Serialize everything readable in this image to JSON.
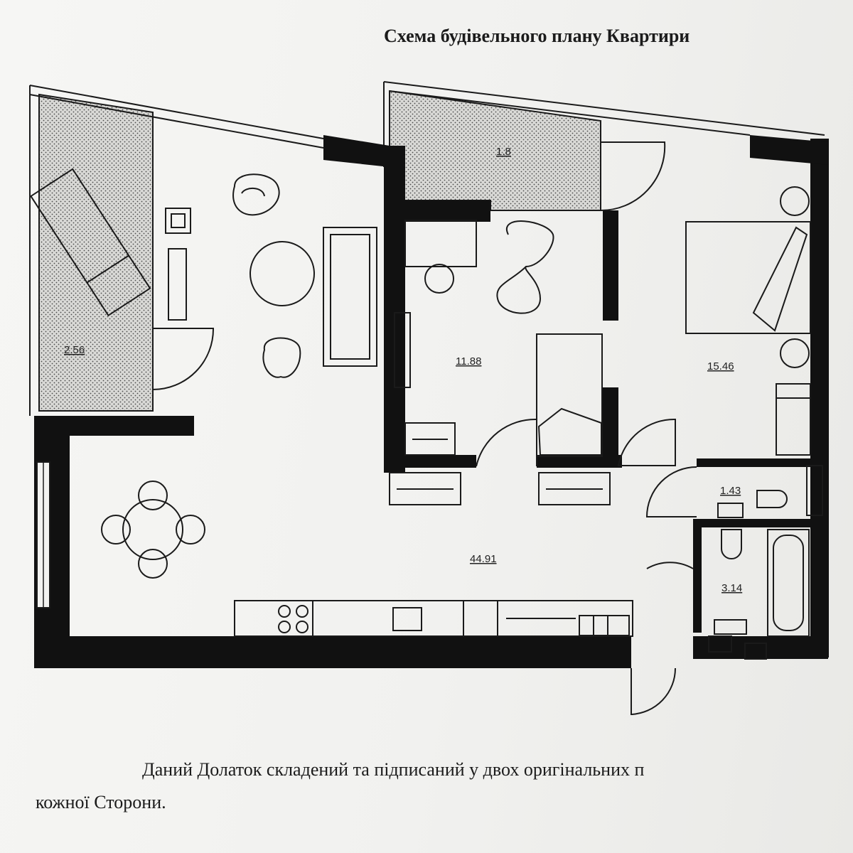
{
  "document": {
    "title": "Схема будівельного плану Квартири",
    "footer_line1": "Даний Долаток складений та підписаний у двох оригінальних п",
    "footer_line2": "кожної Сторони."
  },
  "rooms": [
    {
      "id": "balcony-left",
      "area": "2.56"
    },
    {
      "id": "balcony-top",
      "area": "1.8"
    },
    {
      "id": "bedroom-small",
      "area": "11.88"
    },
    {
      "id": "bedroom-large",
      "area": "15.46"
    },
    {
      "id": "toilet",
      "area": "1.43"
    },
    {
      "id": "bathroom",
      "area": "3.14"
    },
    {
      "id": "living-kitchen",
      "area": "44.91"
    }
  ],
  "colors": {
    "ink": "#111111",
    "paper": "#f2f2f0",
    "hatch": "#4a4a4a"
  }
}
